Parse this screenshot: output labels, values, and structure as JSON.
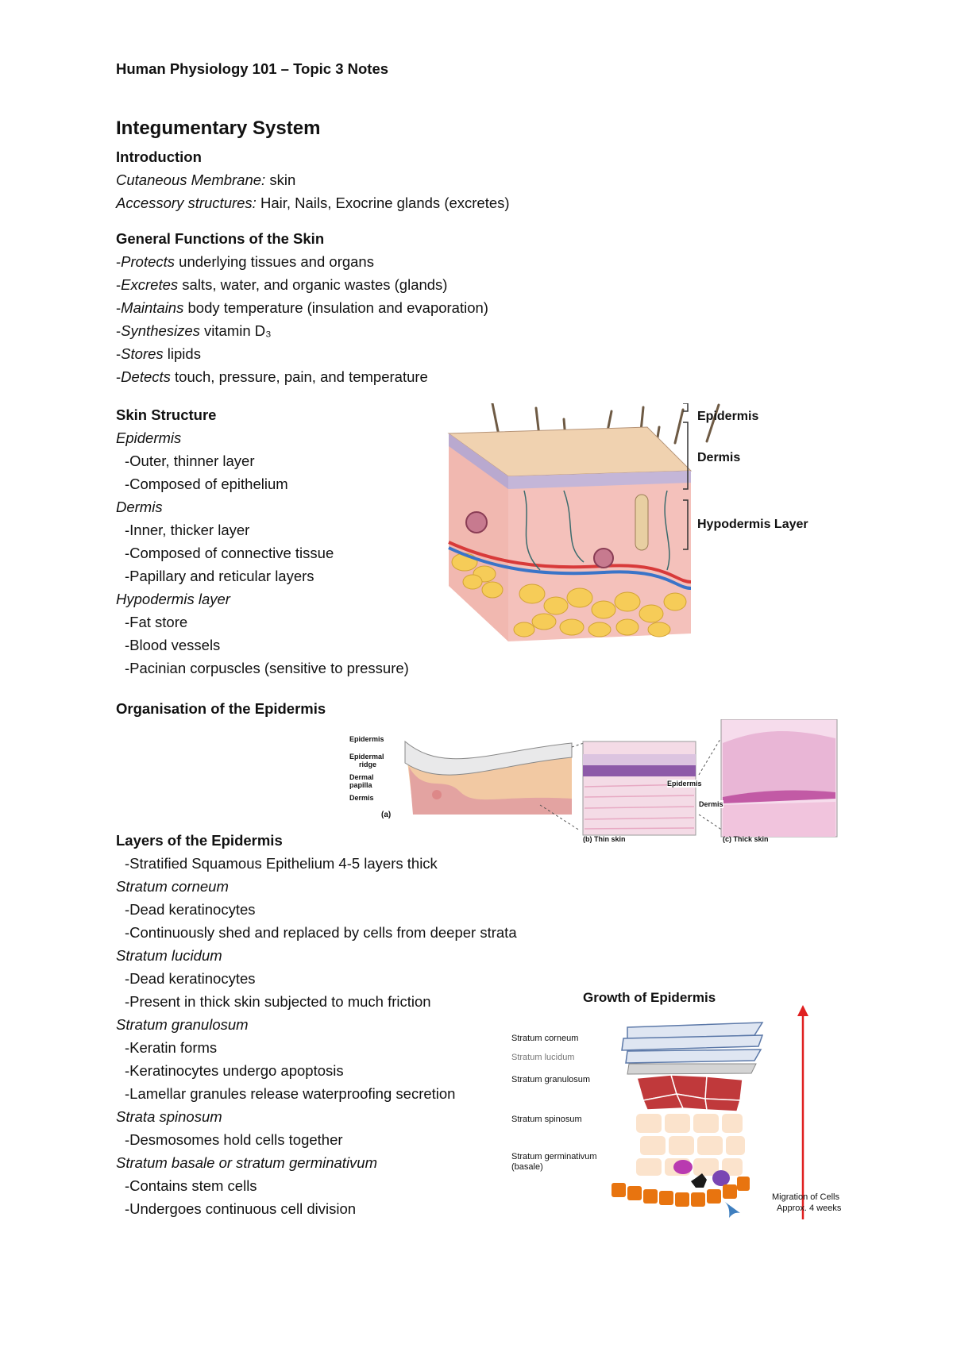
{
  "header": "Human Physiology 101 – Topic 3 Notes",
  "title": "Integumentary System",
  "intro": {
    "heading": "Introduction",
    "line1": {
      "term": "Cutaneous Membrane:",
      "rest": " skin"
    },
    "line2": {
      "term": "Accessory structures:",
      "rest": " Hair, Nails, Exocrine glands (excretes)"
    }
  },
  "functions": {
    "heading": "General Functions of the Skin",
    "items": [
      {
        "verb": "Protects",
        "rest": " underlying tissues and organs"
      },
      {
        "verb": "Excretes",
        "rest": " salts, water, and organic wastes (glands)"
      },
      {
        "verb": "Maintains",
        "rest": " body temperature (insulation and evaporation)"
      },
      {
        "verb": "Synthesizes",
        "rest": " vitamin D₃"
      },
      {
        "verb": "Stores",
        "rest": " lipids"
      },
      {
        "verb": "Detects",
        "rest": " touch, pressure, pain, and temperature"
      }
    ]
  },
  "structure": {
    "heading": "Skin Structure",
    "epidermis": "Epidermis",
    "epi1": "-Outer, thinner layer",
    "epi2": "-Composed of epithelium",
    "dermis": "Dermis",
    "der1": "-Inner, thicker layer",
    "der2": "-Composed of connective tissue",
    "der3": "-Papillary and reticular layers",
    "hypo": "Hypodermis layer",
    "hyp1": "-Fat store",
    "hyp2": "-Blood vessels",
    "hyp3": "-Pacinian corpuscles (sensitive to pressure)",
    "fig_labels": {
      "epidermis": "Epidermis",
      "dermis": "Dermis",
      "hypodermis": "Hypodermis Layer"
    }
  },
  "organisation": {
    "heading": "Organisation of the Epidermis",
    "labels": {
      "epidermis": "Epidermis",
      "ridge1": "Epidermal",
      "ridge2": "ridge",
      "papilla1": "Dermal",
      "papilla2": "papilla",
      "dermis": "Dermis",
      "a": "(a)",
      "b_epi": "Epidermis",
      "b_der": "Dermis",
      "b": "(b) Thin skin",
      "c": "(c) Thick skin"
    }
  },
  "layers": {
    "heading": "Layers of the Epidermis",
    "intro": "-Stratified Squamous Epithelium 4-5 layers thick",
    "corneum": "Stratum corneum",
    "c1": "-Dead keratinocytes",
    "c2": "-Continuously shed and replaced by cells from deeper strata",
    "lucidum": "Stratum lucidum",
    "l1": "-Dead keratinocytes",
    "l2": "-Present in thick skin subjected to much friction",
    "granulosum": "Stratum granulosum",
    "g1": "-Keratin forms",
    "g2": "-Keratinocytes undergo apoptosis",
    "g3": "-Lamellar granules release waterproofing secretion",
    "spinosum": "Strata spinosum",
    "s1": "-Desmosomes hold cells together",
    "basale": "Stratum basale or stratum germinativum",
    "b1": "-Contains stem cells",
    "b2": "-Undergoes continuous cell division"
  },
  "growth": {
    "title": "Growth of Epidermis",
    "corneum": "Stratum corneum",
    "lucidum": "Stratum lucidum",
    "granulosum": "Stratum granulosum",
    "spinosum": "Stratum spinosum",
    "germ1": "Stratum germinativum",
    "germ2": "(basale)",
    "mig1": "Migration of Cells",
    "mig2": "Approx. 4 weeks"
  },
  "colors": {
    "arrow": "#e02020",
    "granulosum": "#c0393b",
    "basale": "#e8740f",
    "spinosum": "#fbe3cc",
    "corneum": "#a9bedc"
  }
}
